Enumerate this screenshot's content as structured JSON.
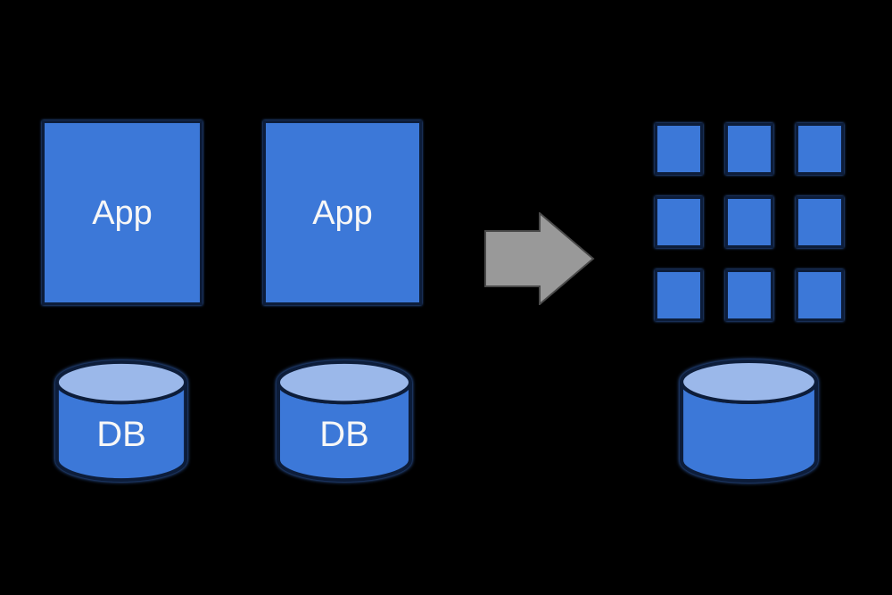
{
  "diagram": {
    "title": "monolith-to-microservices-transformation",
    "colors": {
      "background": "#000000",
      "shape_fill": "#3c78d8",
      "shape_border": "#0d1d3a",
      "cylinder_top": "#9bb8ea",
      "arrow_fill": "#999999",
      "arrow_border": "#4a4a4a",
      "label_text": "#f7f7f7",
      "glow": "#3f7ae0"
    },
    "before": {
      "apps": [
        {
          "label": "App"
        },
        {
          "label": "App"
        }
      ],
      "databases": [
        {
          "label": "DB"
        },
        {
          "label": "DB"
        }
      ]
    },
    "arrow": {
      "icon": "right-block-arrow",
      "direction": "right"
    },
    "after": {
      "grid": {
        "rows": 3,
        "cols": 3,
        "cell_count": 9
      },
      "database": {
        "label": ""
      }
    }
  }
}
